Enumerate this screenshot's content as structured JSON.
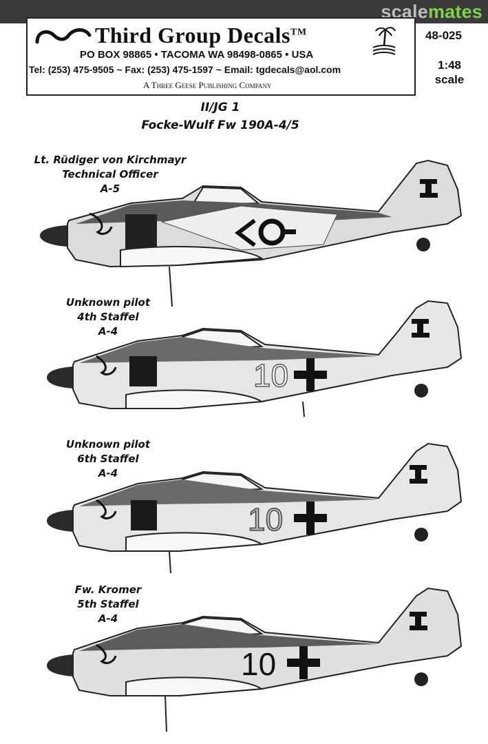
{
  "site_banner": {
    "part1": "scale",
    "part2": "mates"
  },
  "header": {
    "company": "Third Group Decals",
    "tm": "TM",
    "address": "PO BOX 98865 • TACOMA  WA  98498-0865 • USA",
    "contact": "Tel: (253) 475-9505 ~ Fax: (253) 475-1597 ~ Email: tgdecals@aol.com",
    "publisher": "A Three Geese Publishing Company"
  },
  "product": {
    "code": "48-025",
    "scale": "1:48",
    "scale_word": "scale"
  },
  "sheet": {
    "unit": "II/JG 1",
    "aircraft": "Focke-Wulf Fw 190A-4/5"
  },
  "profiles": [
    {
      "pilot": "Lt. Rüdiger von Kirchmayr",
      "role": "Technical Officer",
      "variant": "A-5",
      "fuselage_number": ""
    },
    {
      "pilot": "Unknown pilot",
      "role": "4th Staffel",
      "variant": "A-4",
      "fuselage_number": "10"
    },
    {
      "pilot": "Unknown pilot",
      "role": "6th Staffel",
      "variant": "A-4",
      "fuselage_number": "10"
    },
    {
      "pilot": "Fw. Kromer",
      "role": "5th Staffel",
      "variant": "A-4",
      "fuselage_number": "10"
    }
  ]
}
